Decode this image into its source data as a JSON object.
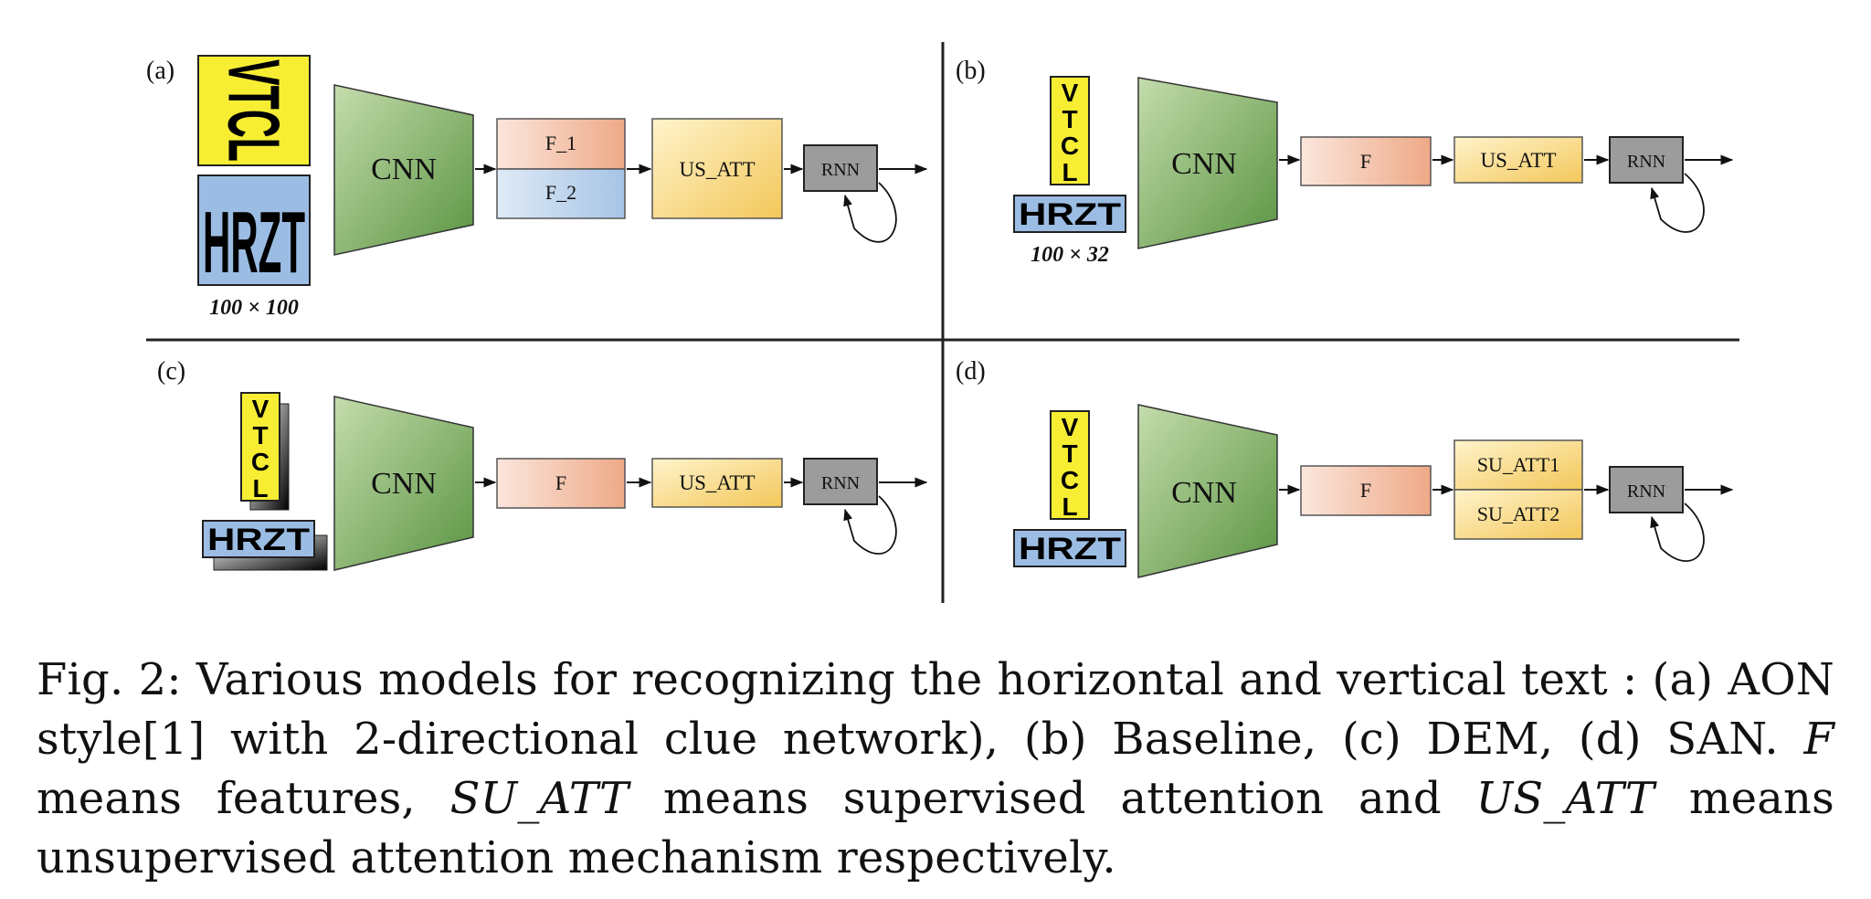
{
  "panels": {
    "a": {
      "label": "(a)",
      "image_size": "100 × 100",
      "vtcl_text": "VTCL",
      "hrzt_text": "HRZT",
      "cnn": "CNN",
      "feature_1": "F_1",
      "feature_2": "F_2",
      "attention": "US_ATT",
      "rnn": "RNN"
    },
    "b": {
      "label": "(b)",
      "image_size": "100 × 32",
      "vtcl_letters": [
        "V",
        "T",
        "C",
        "L"
      ],
      "hrzt_text": "HRZT",
      "cnn": "CNN",
      "feature": "F",
      "attention": "US_ATT",
      "rnn": "RNN"
    },
    "c": {
      "label": "(c)",
      "vtcl_letters": [
        "V",
        "T",
        "C",
        "L"
      ],
      "hrzt_text": "HRZT",
      "cnn": "CNN",
      "feature": "F",
      "attention": "US_ATT",
      "rnn": "RNN"
    },
    "d": {
      "label": "(d)",
      "vtcl_letters": [
        "V",
        "T",
        "C",
        "L"
      ],
      "hrzt_text": "HRZT",
      "cnn": "CNN",
      "feature": "F",
      "attention_1": "SU_ATT1",
      "attention_2": "SU_ATT2",
      "rnn": "RNN"
    }
  },
  "caption": {
    "prefix": "Fig. 2: Various models for recognizing the horizontal and vertical text : (a) AON style[1] with 2-directional clue network), (b) Baseline, (c) DEM, (d) SAN. ",
    "f_symbol": "F",
    "mid1": " means features, ",
    "su_att_symbol": "SU_ATT",
    "mid2": " means supervised attention and ",
    "us_att_symbol": "US_ATT",
    "suffix": " means unsupervised attention mechanism respectively."
  },
  "colors": {
    "yellow_box": "#f7ee34",
    "blue_box": "#9cbde3",
    "cnn_green_light": "#b9d6a0",
    "cnn_green_dark": "#5f9a45",
    "feature_orange": "#f1b89c",
    "feature_blue": "#b7d2ee",
    "attention_yellow": "#f6d47a",
    "rnn_gray": "#9c9c9c"
  }
}
